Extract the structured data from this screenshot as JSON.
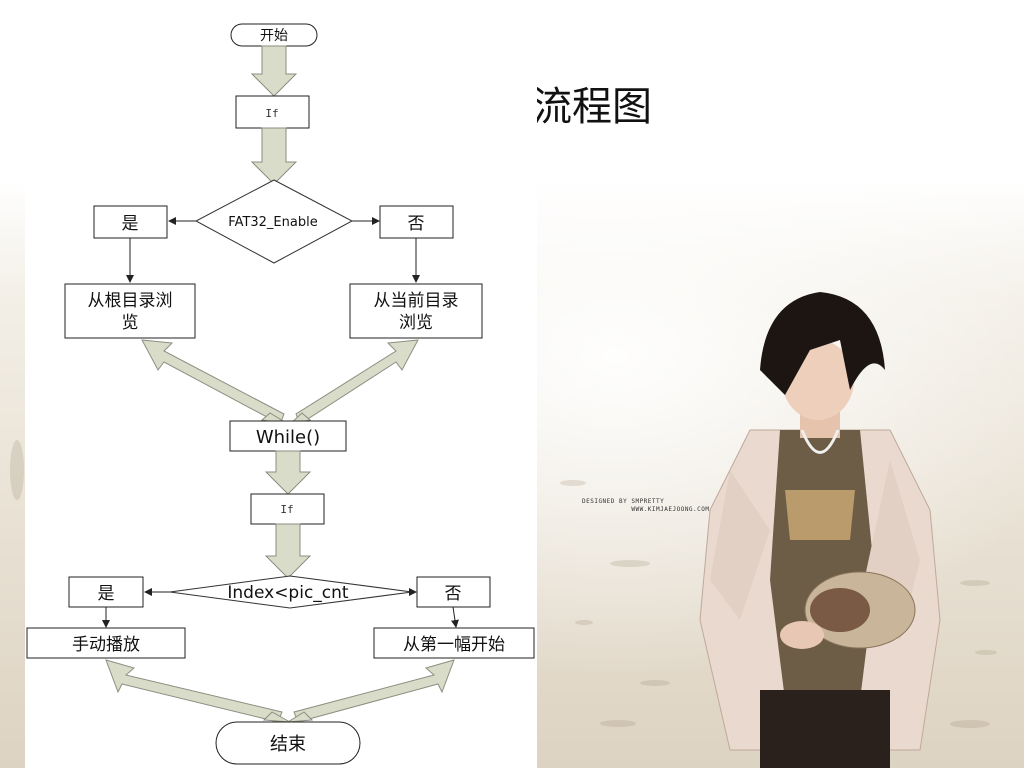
{
  "slide": {
    "title": "流程图",
    "watermark_line1": "DESIGNED BY SMPRETTY",
    "watermark_line2": "WWW.KIMJAEJOONG.COM"
  },
  "flowchart": {
    "start": "开始",
    "if_1": "If",
    "decision_1": "FAT32_Enable",
    "yes_1": "是",
    "no_1": "否",
    "browse_root_line1": "从根目录浏",
    "browse_root_line2": "览",
    "browse_current_line1": "从当前目录",
    "browse_current_line2": "浏览",
    "while": "While()",
    "if_2": "If",
    "decision_2": "Index<pic_cnt",
    "yes_2": "是",
    "no_2": "否",
    "manual_play": "手动播放",
    "from_first": "从第一幅开始",
    "end": "结束"
  },
  "colors": {
    "block_arrow_fill": "#d8dcc8",
    "block_arrow_stroke": "#8a8f80",
    "line": "#222222"
  }
}
